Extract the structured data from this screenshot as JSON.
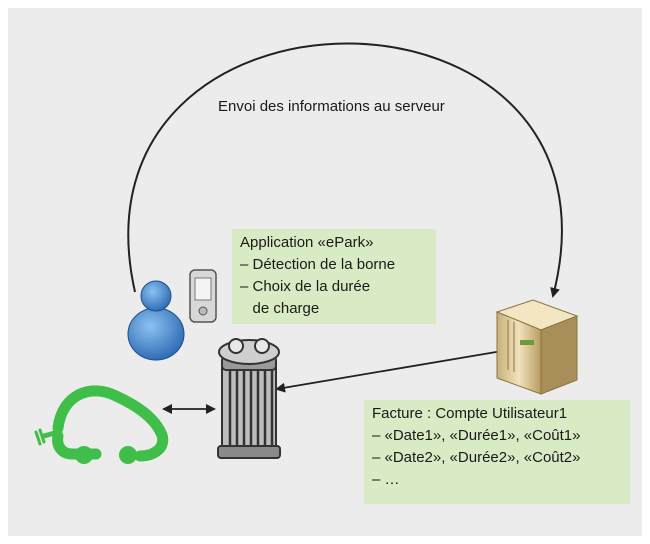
{
  "top_label": "Envoi des informations au serveur",
  "app_box": {
    "lines": [
      "Application «ePark»",
      "– Détection de la borne",
      "– Choix de la durée",
      "   de charge"
    ]
  },
  "invoice_box": {
    "lines": [
      "Facture : Compte Utilisateur1",
      "– «Date1», «Durée1», «Coût1»",
      "– «Date2», «Durée2», «Coût2»",
      "– …"
    ]
  },
  "colors": {
    "background": "#ececec",
    "note_fill": "#d9ebc4",
    "car_green": "#3fbf4a",
    "user_blue": "#3b7fc4"
  },
  "icons": [
    "user-icon",
    "smartphone-icon",
    "server-icon",
    "charging-station-icon",
    "electric-car-icon"
  ]
}
